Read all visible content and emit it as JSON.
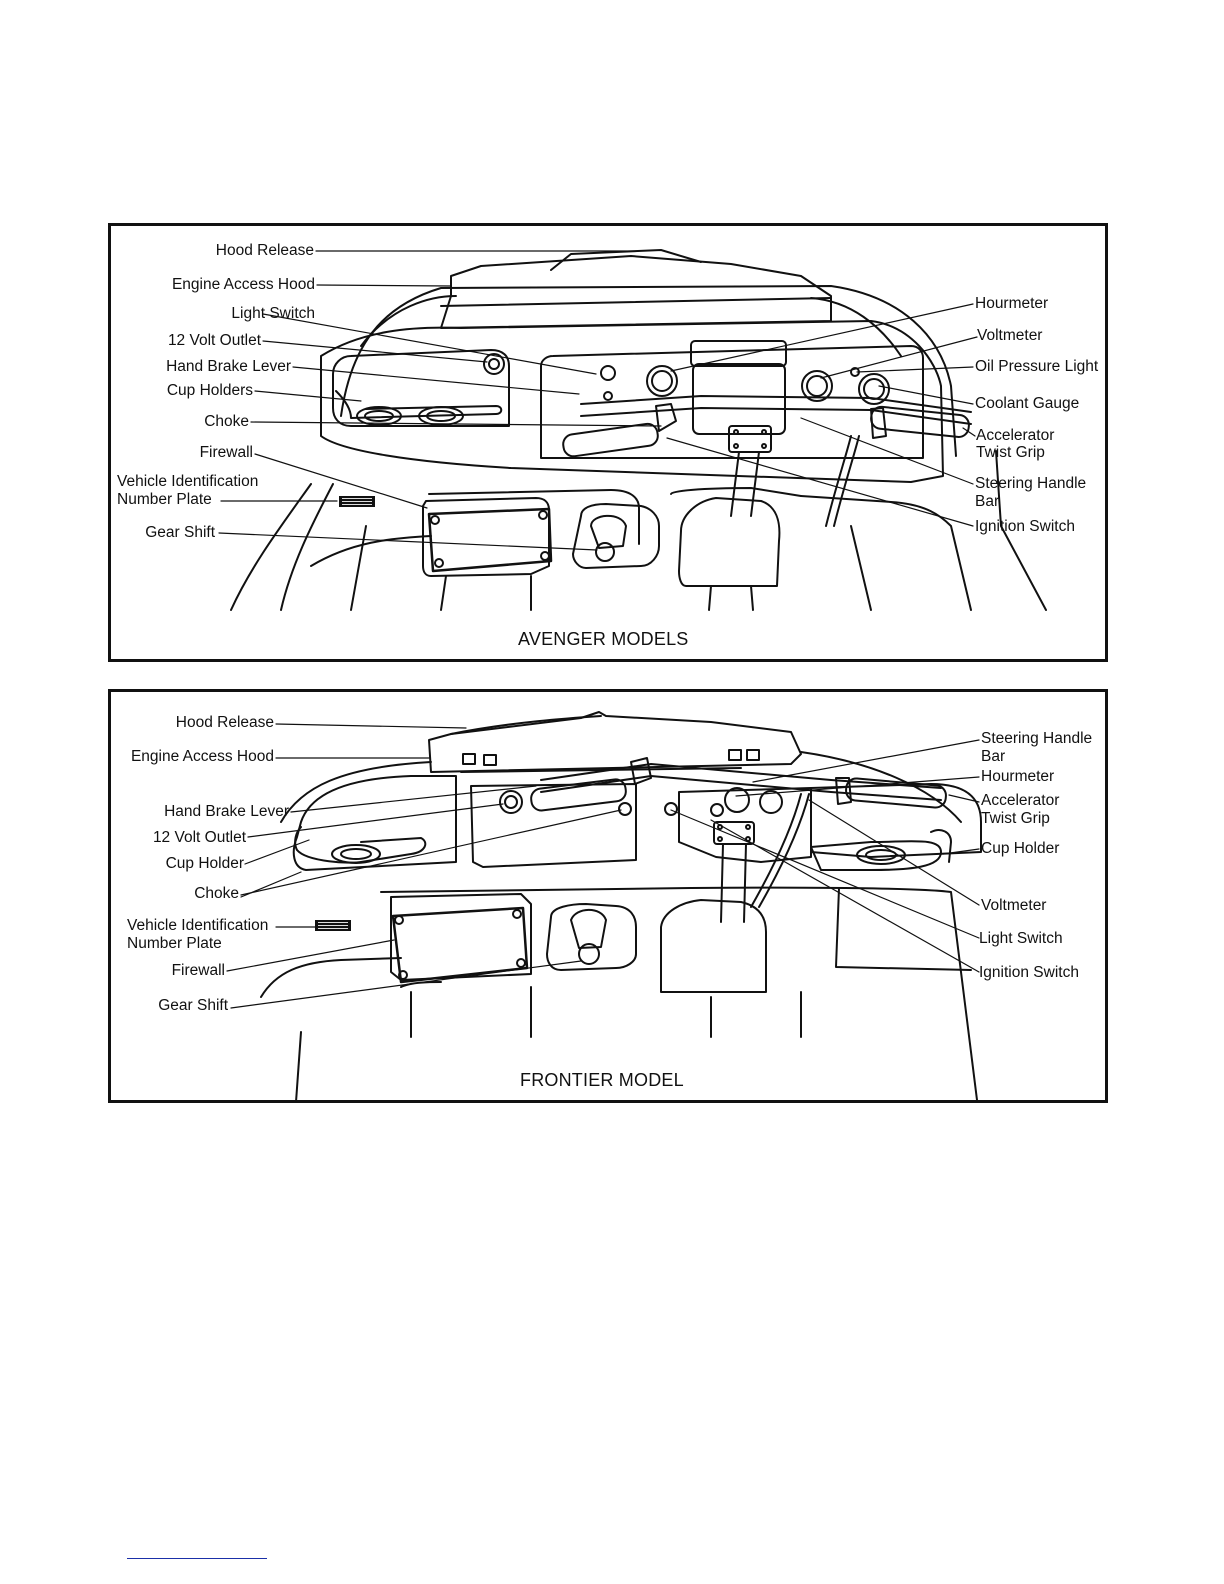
{
  "avenger": {
    "caption": "AVENGER MODELS",
    "labels_left": [
      "Hood Release",
      "Engine Access Hood",
      "Light Switch",
      "12 Volt Outlet",
      "Hand Brake Lever",
      "Cup Holders",
      "Choke",
      "Firewall",
      "Vehicle Identification",
      "Number Plate",
      "Gear Shift"
    ],
    "labels_right": [
      "Hourmeter",
      "Voltmeter",
      "Oil Pressure Light",
      "Coolant Gauge",
      "Accelerator",
      "Twist Grip",
      "Steering Handle",
      "Bar",
      "Ignition Switch"
    ]
  },
  "frontier": {
    "caption": "FRONTIER MODEL",
    "labels_left": [
      "Hood Release",
      "Engine Access Hood",
      "Hand Brake Lever",
      "12 Volt Outlet",
      "Cup Holder",
      "Choke",
      "Vehicle Identification",
      "Number Plate",
      "Firewall",
      "Gear Shift"
    ],
    "labels_right": [
      "Steering Handle",
      "Bar",
      "Hourmeter",
      "Accelerator",
      "Twist Grip",
      "Cup Holder",
      "Voltmeter",
      "Light Switch",
      "Ignition Switch"
    ]
  }
}
